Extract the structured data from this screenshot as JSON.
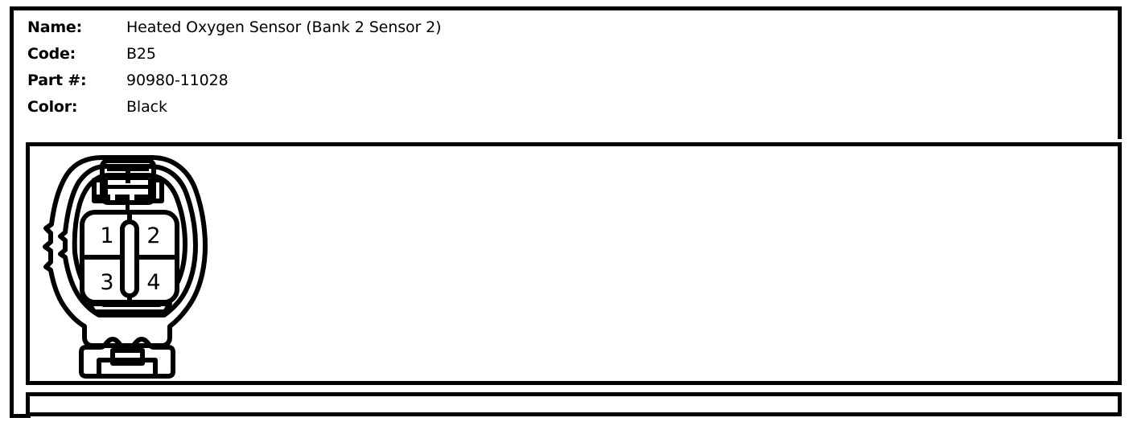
{
  "record": {
    "fields": [
      {
        "label": "Name:",
        "value": "Heated Oxygen Sensor (Bank 2 Sensor 2)"
      },
      {
        "label": "Code:",
        "value": "B25"
      },
      {
        "label": "Part #:",
        "value": "90980-11028"
      },
      {
        "label": "Color:",
        "value": "Black"
      }
    ]
  },
  "diagram": {
    "type": "connector-pinout",
    "shape": "4-way rectangular connector, rounded shell, keyed center rib",
    "lock_tab": "top-mounted ladder/grid locking tab",
    "latch": "bottom rectangular latch",
    "side_notch": "left-side serrated notch",
    "pin_count": 4,
    "pins": [
      {
        "number": "1",
        "position": "top-left"
      },
      {
        "number": "2",
        "position": "top-right"
      },
      {
        "number": "3",
        "position": "bottom-left"
      },
      {
        "number": "4",
        "position": "bottom-right"
      }
    ]
  },
  "colors": {
    "ink": "#000000",
    "paper": "#ffffff"
  }
}
